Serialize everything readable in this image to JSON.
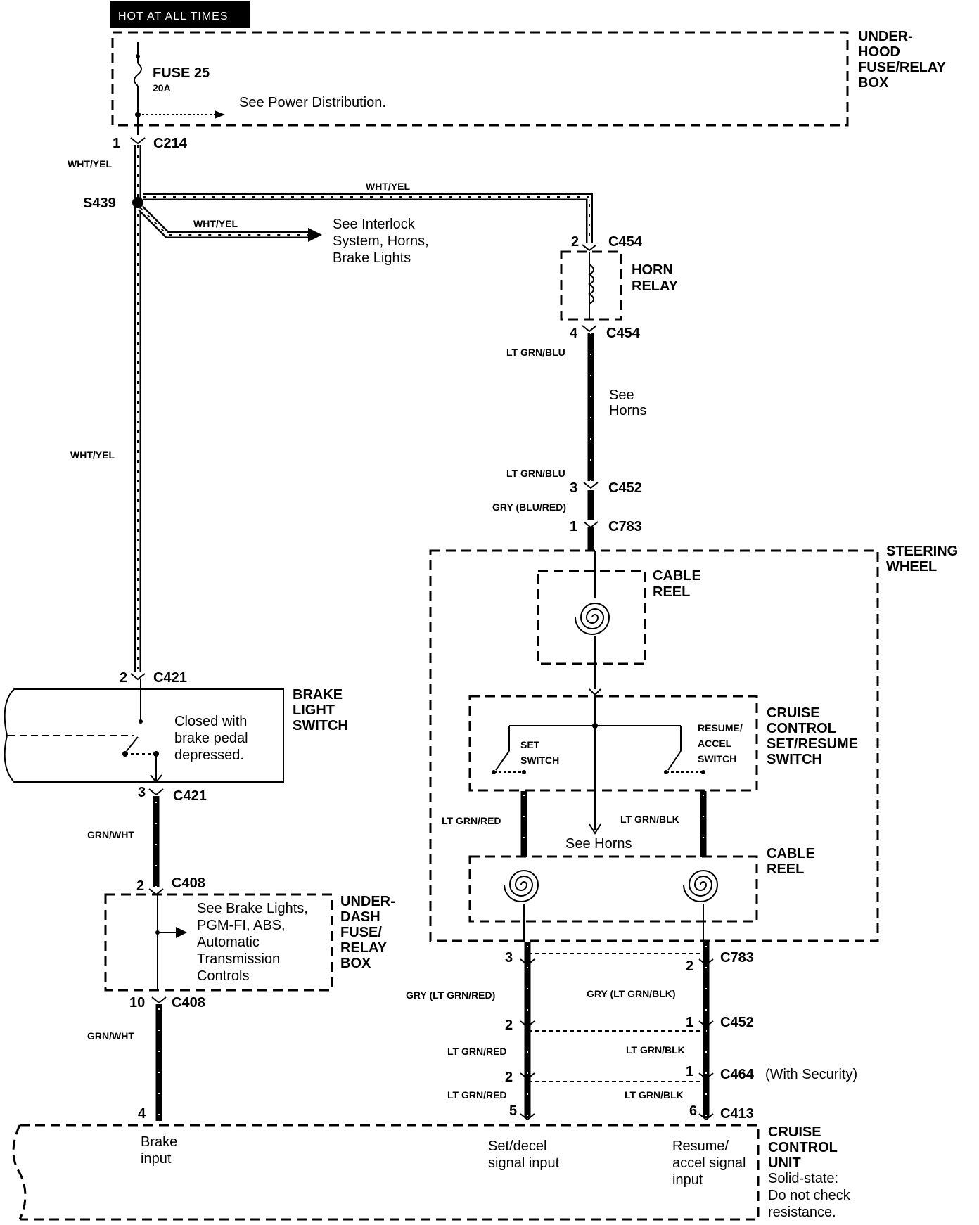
{
  "header": {
    "hot_at_all_times": "HOT AT ALL TIMES"
  },
  "underhood_box": {
    "l1": "UNDER-",
    "l2": "HOOD",
    "l3": "FUSE/RELAY",
    "l4": "BOX"
  },
  "fuse": {
    "name": "FUSE 25",
    "rating": "20A",
    "see": "See Power Distribution."
  },
  "connectors": {
    "c214": "C214",
    "c214_pin": "1",
    "s439": "S439",
    "c454": "C454",
    "c454_pin_top": "2",
    "c454_pin_bot": "4",
    "c452": "C452",
    "c452_pin_top": "3",
    "c783": "C783",
    "c783_pin_top": "1",
    "c421": "C421",
    "c421_pin_top": "2",
    "c421_pin_bot": "3",
    "c408": "C408",
    "c408_pin_top": "2",
    "c408_pin_bot": "10",
    "c783b": "C783",
    "c783b_pin_l": "3",
    "c783b_pin_r": "2",
    "c452b": "C452",
    "c452b_pin_l": "2",
    "c452b_pin_r": "1",
    "c464": "C464",
    "c464_note": "(With Security)",
    "c464_pin_l": "2",
    "c464_pin_r": "1",
    "c413": "C413",
    "c413_pin_l": "5",
    "c413_pin_r": "6",
    "ccu_pin_brake": "4"
  },
  "wires": {
    "wht_yel_1": "WHT/YEL",
    "wht_yel_2": "WHT/YEL",
    "wht_yel_3": "WHT/YEL",
    "wht_yel_4": "WHT/YEL",
    "lt_grn_blu_1": "LT GRN/BLU",
    "lt_grn_blu_2": "LT GRN/BLU",
    "gry_blu_red": "GRY (BLU/RED)",
    "grn_wht_1": "GRN/WHT",
    "grn_wht_2": "GRN/WHT",
    "lt_grn_red_1": "LT GRN/RED",
    "lt_grn_blk_1": "LT GRN/BLK",
    "gry_lt_grn_red": "GRY (LT GRN/RED)",
    "gry_lt_grn_blk": "GRY (LT GRN/BLK)",
    "lt_grn_red_2": "LT GRN/RED",
    "lt_grn_blk_2": "LT GRN/BLK",
    "lt_grn_red_3": "LT GRN/RED",
    "lt_grn_blk_3": "LT GRN/BLK"
  },
  "interlock": {
    "l1": "See Interlock",
    "l2": "System, Horns,",
    "l3": "Brake Lights"
  },
  "horn_relay": {
    "l1": "HORN",
    "l2": "RELAY"
  },
  "see_horns_1": {
    "l1": "See",
    "l2": "Horns"
  },
  "steering_wheel": {
    "l1": "STEERING",
    "l2": "WHEEL"
  },
  "cable_reel_1": {
    "l1": "CABLE",
    "l2": "REEL"
  },
  "cable_reel_2": {
    "l1": "CABLE",
    "l2": "REEL"
  },
  "cruise_switch": {
    "l1": "CRUISE",
    "l2": "CONTROL",
    "l3": "SET/RESUME",
    "l4": "SWITCH"
  },
  "set_switch": {
    "l1": "SET",
    "l2": "SWITCH"
  },
  "resume_switch": {
    "l1": "RESUME/",
    "l2": "ACCEL",
    "l3": "SWITCH"
  },
  "see_horns_2": "See Horns",
  "brake_switch": {
    "l1": "BRAKE",
    "l2": "LIGHT",
    "l3": "SWITCH",
    "n1": "Closed with",
    "n2": "brake pedal",
    "n3": "depressed."
  },
  "underdash_box": {
    "l1": "UNDER-",
    "l2": "DASH",
    "l3": "FUSE/",
    "l4": "RELAY",
    "l5": "BOX",
    "s1": "See Brake Lights,",
    "s2": "PGM-FI, ABS,",
    "s3": "Automatic",
    "s4": "Transmission",
    "s5": "Controls"
  },
  "ccu": {
    "l1": "CRUISE",
    "l2": "CONTROL",
    "l3": "UNIT",
    "l4": "Solid-state:",
    "l5": "Do not check",
    "l6": "resistance.",
    "brake_1": "Brake",
    "brake_2": "input",
    "set_1": "Set/decel",
    "set_2": "signal input",
    "res_1": "Resume/",
    "res_2": "accel signal",
    "res_3": "input"
  }
}
